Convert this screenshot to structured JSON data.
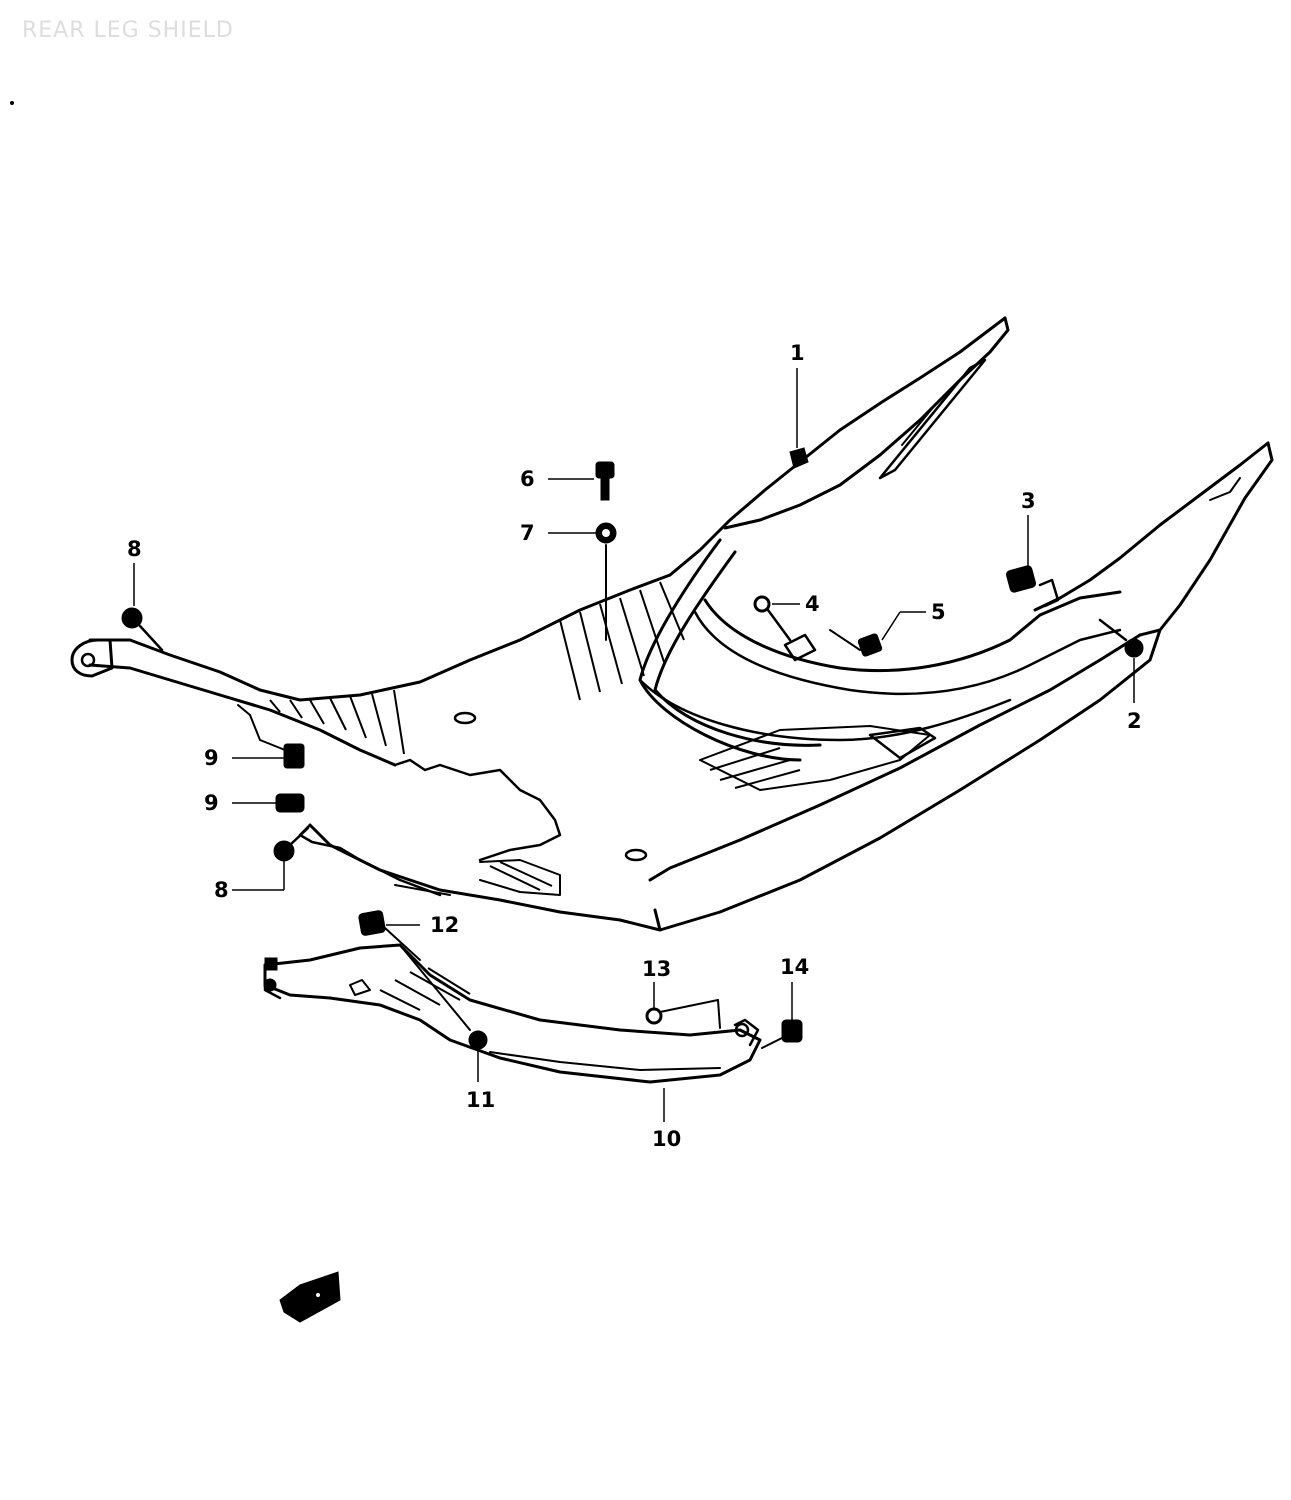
{
  "title": "REAR LEG SHIELD",
  "callouts": [
    {
      "id": "label-1",
      "text": "1"
    },
    {
      "id": "label-2",
      "text": "2"
    },
    {
      "id": "label-3",
      "text": "3"
    },
    {
      "id": "label-4",
      "text": "4"
    },
    {
      "id": "label-5",
      "text": "5"
    },
    {
      "id": "label-6",
      "text": "6"
    },
    {
      "id": "label-7",
      "text": "7"
    },
    {
      "id": "label-8a",
      "text": "8"
    },
    {
      "id": "label-8b",
      "text": "8"
    },
    {
      "id": "label-9a",
      "text": "9"
    },
    {
      "id": "label-9b",
      "text": "9"
    },
    {
      "id": "label-10",
      "text": "10"
    },
    {
      "id": "label-11",
      "text": "11"
    },
    {
      "id": "label-12",
      "text": "12"
    },
    {
      "id": "label-13",
      "text": "13"
    },
    {
      "id": "label-14",
      "text": "14"
    }
  ],
  "icons": {
    "front-direction": "arrow-icon"
  }
}
